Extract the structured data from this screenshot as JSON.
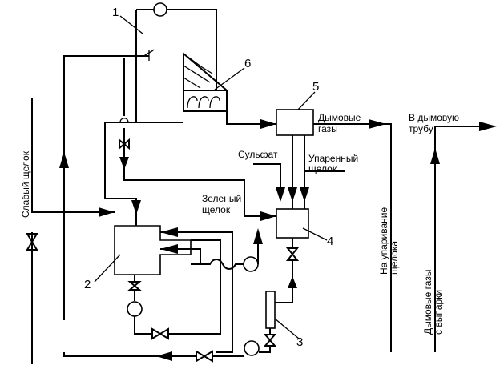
{
  "callouts": {
    "n1": "1",
    "n2": "2",
    "n3": "3",
    "n4": "4",
    "n5": "5",
    "n6": "6"
  },
  "labels": {
    "weak_liquor": "Слабый щелок",
    "sulfate": "Сульфат",
    "evaporated_liquor_1": "Упаренный",
    "evaporated_liquor_2": "щелок",
    "green_liquor_1": "Зеленый",
    "green_liquor_2": "щелок",
    "flue_gases_1": "Дымовые",
    "flue_gases_2": "газы",
    "to_stack_1": "В дымовую",
    "to_stack_2": "трубу",
    "to_evaporation_1": "На упаривание",
    "to_evaporation_2": "щелока",
    "gases_from_evaporator_1": "Дымовые газы",
    "gases_from_evaporator_2": "с выпарки"
  }
}
